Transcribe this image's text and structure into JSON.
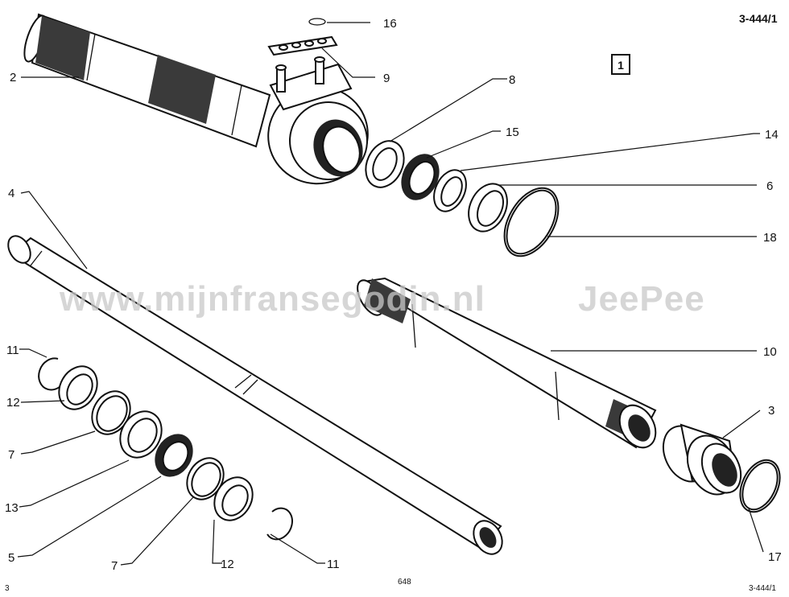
{
  "header": {
    "drawing_ref": "3-444/1",
    "figure_number": "1"
  },
  "watermark": {
    "site": "www.mijnfransegodin.nl",
    "name": "JeePee"
  },
  "footer": {
    "left": "3",
    "center": "648",
    "right": "3-444/1"
  },
  "callouts": {
    "c16": "16",
    "c2": "2",
    "c9": "9",
    "c8": "8",
    "c15": "15",
    "c14": "14",
    "c6": "6",
    "c18": "18",
    "c4": "4",
    "c10": "10",
    "c3": "3",
    "c17": "17",
    "c11a": "11",
    "c12a": "12",
    "c7a": "7",
    "c13": "13",
    "c5": "5",
    "c7b": "7",
    "c12b": "12",
    "c11b": "11"
  }
}
